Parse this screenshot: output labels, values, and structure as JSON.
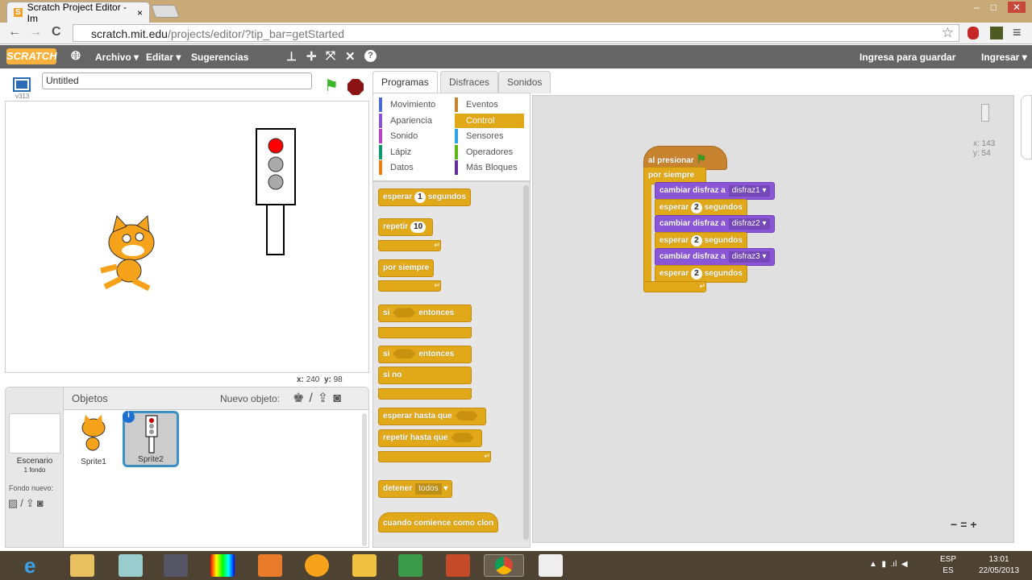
{
  "browser": {
    "tab_title": "Scratch Project Editor - Im",
    "tab_close": "×",
    "url_host": "scratch.mit.edu",
    "url_path": "/projects/editor/?tip_bar=getStarted",
    "back": "←",
    "forward": "→",
    "reload": "C",
    "star": "☆",
    "menu": "≡"
  },
  "menubar": {
    "logo": "SCRATCH",
    "archivo": "Archivo ▾",
    "editar": "Editar ▾",
    "sugerencias": "Sugerencias",
    "save": "Ingresa para guardar",
    "signin": "Ingresar ▾"
  },
  "stage": {
    "version": "v313",
    "project_title": "Untitled",
    "mouse_x_label": "x:",
    "mouse_x": "240",
    "mouse_y_label": "y:",
    "mouse_y": "98"
  },
  "sprites": {
    "header": "Objetos",
    "new_sprite": "Nuevo objeto:",
    "stage_label": "Escenario",
    "stage_sub": "1 fondo",
    "new_backdrop": "Fondo nuevo:",
    "items": [
      {
        "name": "Sprite1"
      },
      {
        "name": "Sprite2",
        "selected": true
      }
    ]
  },
  "palette": {
    "tabs": [
      "Programas",
      "Disfraces",
      "Sonidos"
    ],
    "active_tab": "Programas",
    "categories": [
      {
        "label": "Movimiento",
        "color": "#4a6cd4"
      },
      {
        "label": "Eventos",
        "color": "#c88330"
      },
      {
        "label": "Apariencia",
        "color": "#8a55d7"
      },
      {
        "label": "Control",
        "color": "#e1a91a",
        "active": true
      },
      {
        "label": "Sonido",
        "color": "#bb42c3"
      },
      {
        "label": "Sensores",
        "color": "#2ca5e2"
      },
      {
        "label": "Lápiz",
        "color": "#0e9a6c"
      },
      {
        "label": "Operadores",
        "color": "#5cb712"
      },
      {
        "label": "Datos",
        "color": "#ee7d16"
      },
      {
        "label": "Más Bloques",
        "color": "#632d99"
      }
    ],
    "blocks": {
      "wait": "esperar",
      "wait_val": "1",
      "seconds": "segundos",
      "repeat": "repetir",
      "repeat_val": "10",
      "forever": "por siempre",
      "if": "si",
      "then": "entonces",
      "else": "si no",
      "wait_until": "esperar hasta que",
      "repeat_until": "repetir hasta que",
      "stop": "detener",
      "stop_val": "todos",
      "clone": "cuando comience como clon"
    }
  },
  "script": {
    "hat": "al presionar",
    "forever": "por siempre",
    "steps": [
      {
        "text": "cambiar disfraz a",
        "value": "disfraz1",
        "type": "looks"
      },
      {
        "text": "esperar",
        "value": "2",
        "suffix": "segundos",
        "type": "control"
      },
      {
        "text": "cambiar disfraz a",
        "value": "disfraz2",
        "type": "looks"
      },
      {
        "text": "esperar",
        "value": "2",
        "suffix": "segundos",
        "type": "control"
      },
      {
        "text": "cambiar disfraz a",
        "value": "disfraz3",
        "type": "looks"
      },
      {
        "text": "esperar",
        "value": "2",
        "suffix": "segundos",
        "type": "control"
      }
    ],
    "sprite_x": "x: 143",
    "sprite_y": "y: 54",
    "zoom_out": "−",
    "zoom_reset": "=",
    "zoom_in": "+"
  },
  "taskbar": {
    "lang1": "ESP",
    "lang2": "ES",
    "time": "13:01",
    "date": "22/05/2013"
  }
}
